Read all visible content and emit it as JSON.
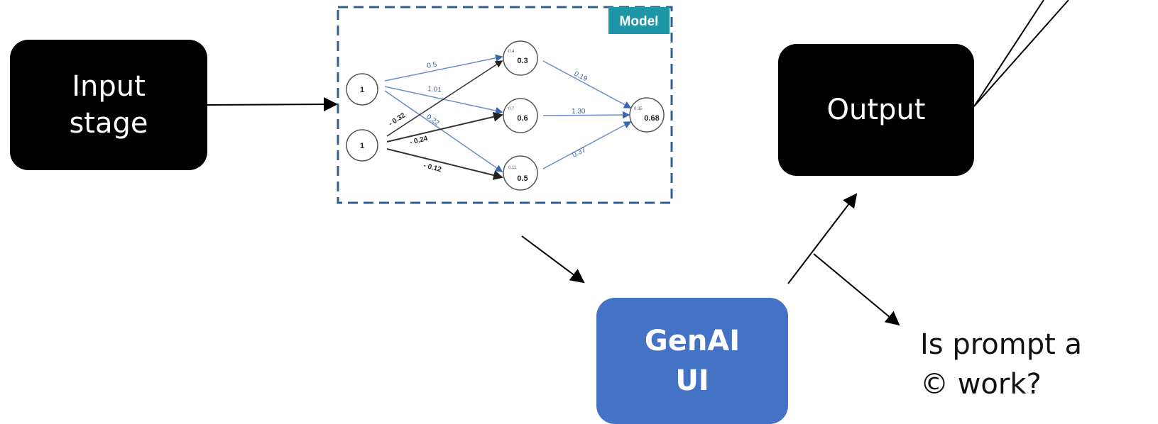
{
  "input_box": {
    "line1": "Input",
    "line2": "stage"
  },
  "output_box": {
    "label": "Output"
  },
  "genai_box": {
    "line1": "GenAI",
    "line2": "UI"
  },
  "question": {
    "line1": "Is prompt a",
    "line2": "© work?"
  },
  "model": {
    "badge": "Model",
    "inputs": [
      "1",
      "1"
    ],
    "hidden": [
      {
        "small": "0.4",
        "value": "0.3"
      },
      {
        "small": "0.7",
        "value": "0.6"
      },
      {
        "small": "0.11",
        "value": "0.5"
      }
    ],
    "output": {
      "small": "0.35",
      "value": "0.68"
    },
    "weights_blue": [
      "0.5",
      "1.01",
      "0.22",
      "1.30",
      "0.19",
      "0.37"
    ],
    "weights_dark": [
      "- 0.32",
      "- 0.24",
      "- 0.12"
    ]
  },
  "colors": {
    "black_box": "#000000",
    "genai_box": "#4472c4",
    "model_border": "#2f5f8f",
    "badge": "#1d97a8"
  }
}
